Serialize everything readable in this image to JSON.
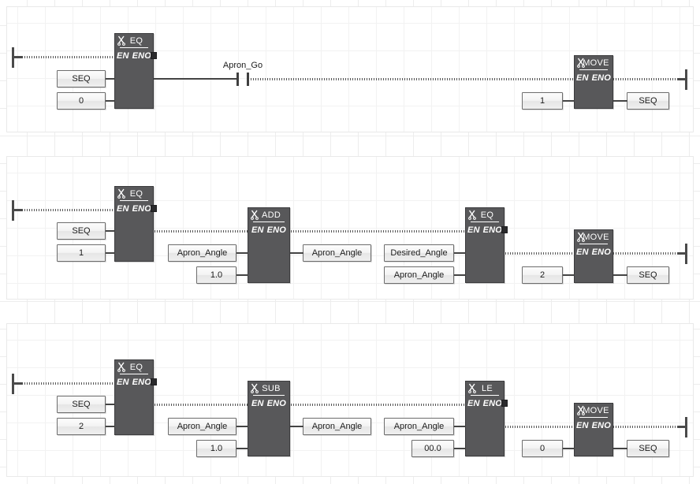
{
  "editor": {
    "name": "fbd-ladder-editor",
    "grid_color": "#ededed",
    "block_fill": "#58585a",
    "wire_color": "#444444"
  },
  "labels": {
    "en": "EN",
    "eno": "ENO"
  },
  "rungs": [
    {
      "index": 1,
      "blocks": [
        {
          "id": "r1-eq",
          "type": "EQ",
          "icon": "fb-scissors-icon"
        },
        {
          "id": "r1-move",
          "type": "MOVE",
          "icon": "fb-scissors-icon"
        }
      ],
      "operands": [
        {
          "id": "r1-eq-in1",
          "value": "SEQ"
        },
        {
          "id": "r1-eq-in2",
          "value": "0"
        },
        {
          "id": "r1-move-in",
          "value": "1"
        },
        {
          "id": "r1-move-out",
          "value": "SEQ"
        }
      ],
      "contacts": [
        {
          "id": "r1-contact-apron-go",
          "label": "Apron_Go",
          "kind": "normally-open"
        }
      ]
    },
    {
      "index": 2,
      "blocks": [
        {
          "id": "r2-eq1",
          "type": "EQ",
          "icon": "fb-scissors-icon"
        },
        {
          "id": "r2-add",
          "type": "ADD",
          "icon": "fb-scissors-icon"
        },
        {
          "id": "r2-eq2",
          "type": "EQ",
          "icon": "fb-scissors-icon"
        },
        {
          "id": "r2-move",
          "type": "MOVE",
          "icon": "fb-scissors-icon"
        }
      ],
      "operands": [
        {
          "id": "r2-eq1-in1",
          "value": "SEQ"
        },
        {
          "id": "r2-eq1-in2",
          "value": "1"
        },
        {
          "id": "r2-add-in1",
          "value": "Apron_Angle"
        },
        {
          "id": "r2-add-in2",
          "value": "1.0"
        },
        {
          "id": "r2-add-out",
          "value": "Apron_Angle"
        },
        {
          "id": "r2-eq2-in1",
          "value": "Desired_Angle"
        },
        {
          "id": "r2-eq2-in2",
          "value": "Apron_Angle"
        },
        {
          "id": "r2-move-in",
          "value": "2"
        },
        {
          "id": "r2-move-out",
          "value": "SEQ"
        }
      ],
      "contacts": []
    },
    {
      "index": 3,
      "blocks": [
        {
          "id": "r3-eq",
          "type": "EQ",
          "icon": "fb-scissors-icon"
        },
        {
          "id": "r3-sub",
          "type": "SUB",
          "icon": "fb-scissors-icon"
        },
        {
          "id": "r3-le",
          "type": "LE",
          "icon": "fb-scissors-icon"
        },
        {
          "id": "r3-move",
          "type": "MOVE",
          "icon": "fb-scissors-icon"
        }
      ],
      "operands": [
        {
          "id": "r3-eq-in1",
          "value": "SEQ"
        },
        {
          "id": "r3-eq-in2",
          "value": "2"
        },
        {
          "id": "r3-sub-in1",
          "value": "Apron_Angle"
        },
        {
          "id": "r3-sub-in2",
          "value": "1.0"
        },
        {
          "id": "r3-sub-out",
          "value": "Apron_Angle"
        },
        {
          "id": "r3-le-in1",
          "value": "Apron_Angle"
        },
        {
          "id": "r3-le-in2",
          "value": "00.0"
        },
        {
          "id": "r3-move-in",
          "value": "0"
        },
        {
          "id": "r3-move-out",
          "value": "SEQ"
        }
      ],
      "contacts": []
    }
  ]
}
